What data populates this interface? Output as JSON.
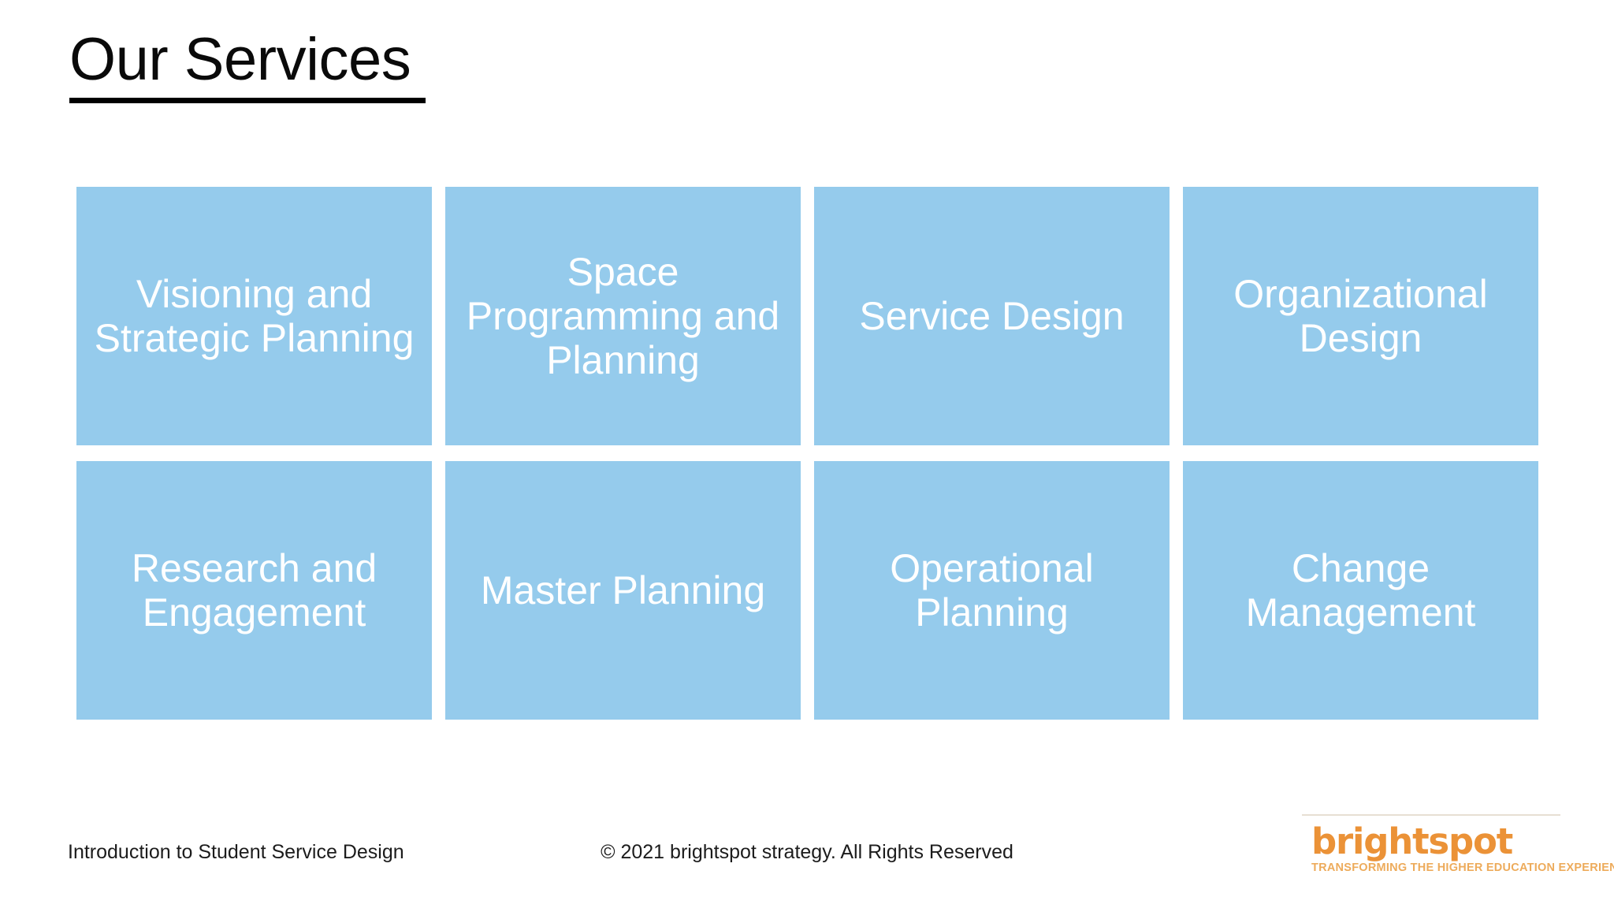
{
  "slide": {
    "title": "Our Services",
    "background_color": "#ffffff",
    "title_color": "#000000"
  },
  "cards": {
    "background_color": "#95cbec",
    "text_color": "#ffffff",
    "items": [
      {
        "label": "Visioning and Strategic Planning"
      },
      {
        "label": "Space Programming and Planning"
      },
      {
        "label": "Service Design"
      },
      {
        "label": "Organizational Design"
      },
      {
        "label": "Research and Engagement"
      },
      {
        "label": "Master Planning"
      },
      {
        "label": "Operational Planning"
      },
      {
        "label": "Change Management"
      }
    ]
  },
  "footer": {
    "left_text": "Introduction to Student Service Design",
    "center_text": "© 2021 brightspot strategy. All Rights Reserved",
    "logo": {
      "wordmark": "brightspot",
      "tagline": "TRANSFORMING THE HIGHER EDUCATION EXPERIENCE",
      "wordmark_color": "#eb9237",
      "tagline_color": "#edab5b",
      "rule_color": "#e7dfd3"
    }
  }
}
